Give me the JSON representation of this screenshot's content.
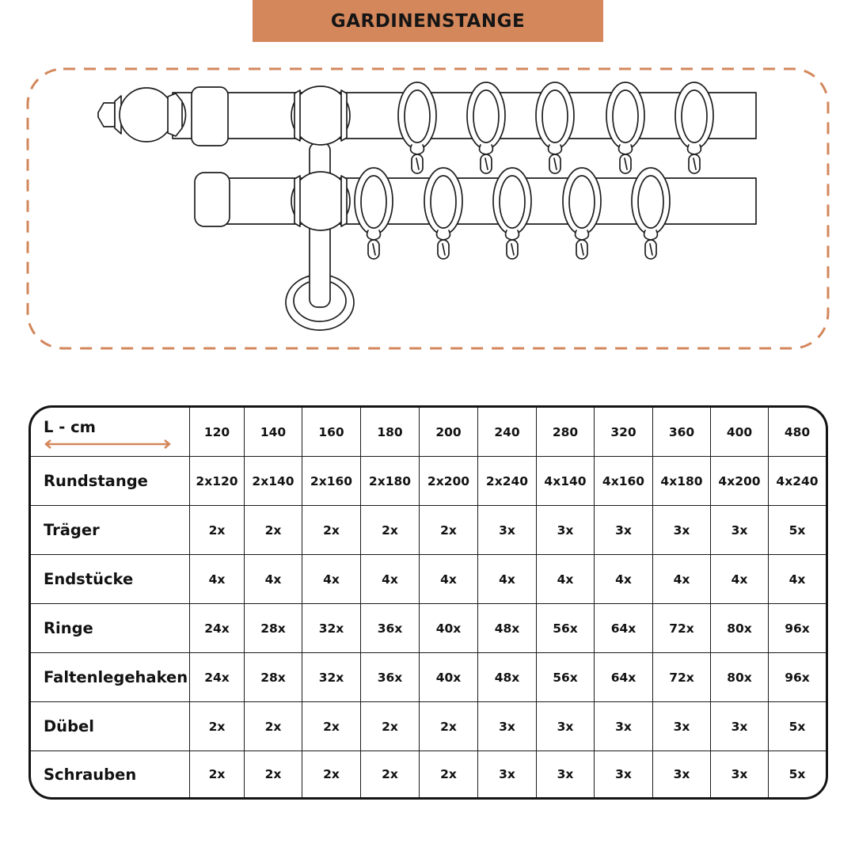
{
  "banner": {
    "title": "GARDINENSTANGE",
    "color": "#d3875b"
  },
  "illustration": {
    "icon": "curtain-rod-icon",
    "frame_color": "#d3875b",
    "upper_rod_rings": 5,
    "lower_rod_rings": 5
  },
  "table": {
    "length_label": "L - cm",
    "arrow_color": "#d3875b",
    "lengths": [
      "120",
      "140",
      "160",
      "180",
      "200",
      "240",
      "280",
      "320",
      "360",
      "400",
      "480"
    ],
    "rows": [
      {
        "name": "rundstange",
        "label": "Rundstange",
        "values": [
          "2x120",
          "2x140",
          "2x160",
          "2x180",
          "2x200",
          "2x240",
          "4x140",
          "4x160",
          "4x180",
          "4x200",
          "4x240"
        ]
      },
      {
        "name": "traeger",
        "label": "Träger",
        "values": [
          "2x",
          "2x",
          "2x",
          "2x",
          "2x",
          "3x",
          "3x",
          "3x",
          "3x",
          "3x",
          "5x"
        ]
      },
      {
        "name": "endstuecke",
        "label": "Endstücke",
        "values": [
          "4x",
          "4x",
          "4x",
          "4x",
          "4x",
          "4x",
          "4x",
          "4x",
          "4x",
          "4x",
          "4x"
        ]
      },
      {
        "name": "ringe",
        "label": "Ringe",
        "values": [
          "24x",
          "28x",
          "32x",
          "36x",
          "40x",
          "48x",
          "56x",
          "64x",
          "72x",
          "80x",
          "96x"
        ]
      },
      {
        "name": "faltenlegehaken",
        "label": "Faltenlegehaken",
        "values": [
          "24x",
          "28x",
          "32x",
          "36x",
          "40x",
          "48x",
          "56x",
          "64x",
          "72x",
          "80x",
          "96x"
        ]
      },
      {
        "name": "duebel",
        "label": "Dübel",
        "values": [
          "2x",
          "2x",
          "2x",
          "2x",
          "2x",
          "3x",
          "3x",
          "3x",
          "3x",
          "3x",
          "5x"
        ]
      },
      {
        "name": "schrauben",
        "label": "Schrauben",
        "values": [
          "2x",
          "2x",
          "2x",
          "2x",
          "2x",
          "3x",
          "3x",
          "3x",
          "3x",
          "3x",
          "5x"
        ]
      }
    ]
  }
}
